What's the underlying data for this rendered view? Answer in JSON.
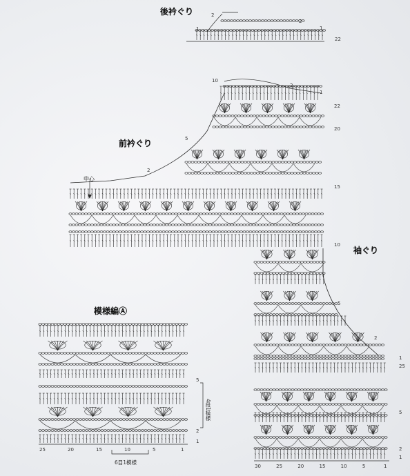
{
  "labels": {
    "back_neck": "後衿ぐり",
    "front_neck": "前衿ぐり",
    "armhole": "袖ぐり",
    "pattern_a": "模様編Ⓐ",
    "center": "中心"
  },
  "row_numbers": {
    "back_top_22": "22",
    "back_2": "2",
    "back_1": "1",
    "back_right_2": "2",
    "back_right_1": "1",
    "front_10": "10",
    "front_2": "2",
    "front_1": "1",
    "front_5": "5",
    "front_2b": "2",
    "side_22": "22",
    "side_20": "20",
    "side_15": "15",
    "side_10": "10",
    "arm_5": "5",
    "arm_2": "2",
    "arm_1": "1",
    "arm_25": "25",
    "arm_lower_5": "5",
    "arm_lower_2": "2",
    "arm_lower_1": "1",
    "pa_5": "5",
    "pa_2": "2",
    "pa_1": "1"
  },
  "bottom_axis_a": [
    "25",
    "20",
    "15",
    "10",
    "5",
    "1"
  ],
  "bottom_axis_b": [
    "30",
    "25",
    "20",
    "15",
    "10",
    "5",
    "1"
  ],
  "repeat_note": "6目1模様",
  "repeat_side": "4段1模様",
  "colors": {
    "ink": "#2a2a2a",
    "paper": "#eef0f3"
  }
}
